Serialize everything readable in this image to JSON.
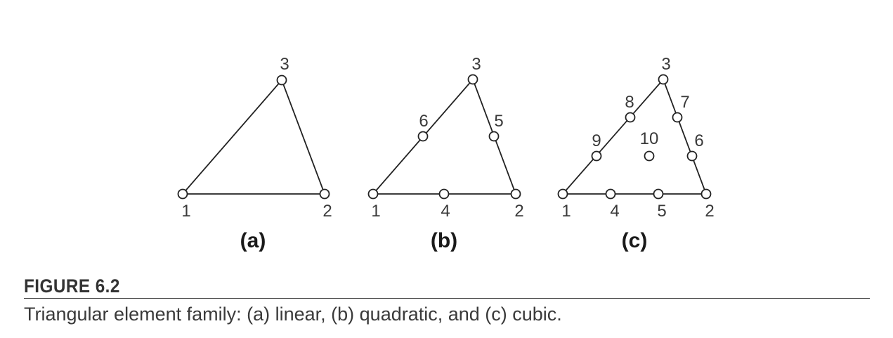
{
  "figure": {
    "number": "FIGURE 6.2",
    "caption": "Triangular element family: (a) linear, (b) quadratic, and (c) cubic."
  },
  "panels": [
    {
      "label": "(a)",
      "nodes": [
        "1",
        "2",
        "3"
      ]
    },
    {
      "label": "(b)",
      "nodes": [
        "1",
        "2",
        "3",
        "4",
        "5",
        "6"
      ]
    },
    {
      "label": "(c)",
      "nodes": [
        "1",
        "2",
        "3",
        "4",
        "5",
        "6",
        "7",
        "8",
        "9",
        "10"
      ]
    }
  ]
}
